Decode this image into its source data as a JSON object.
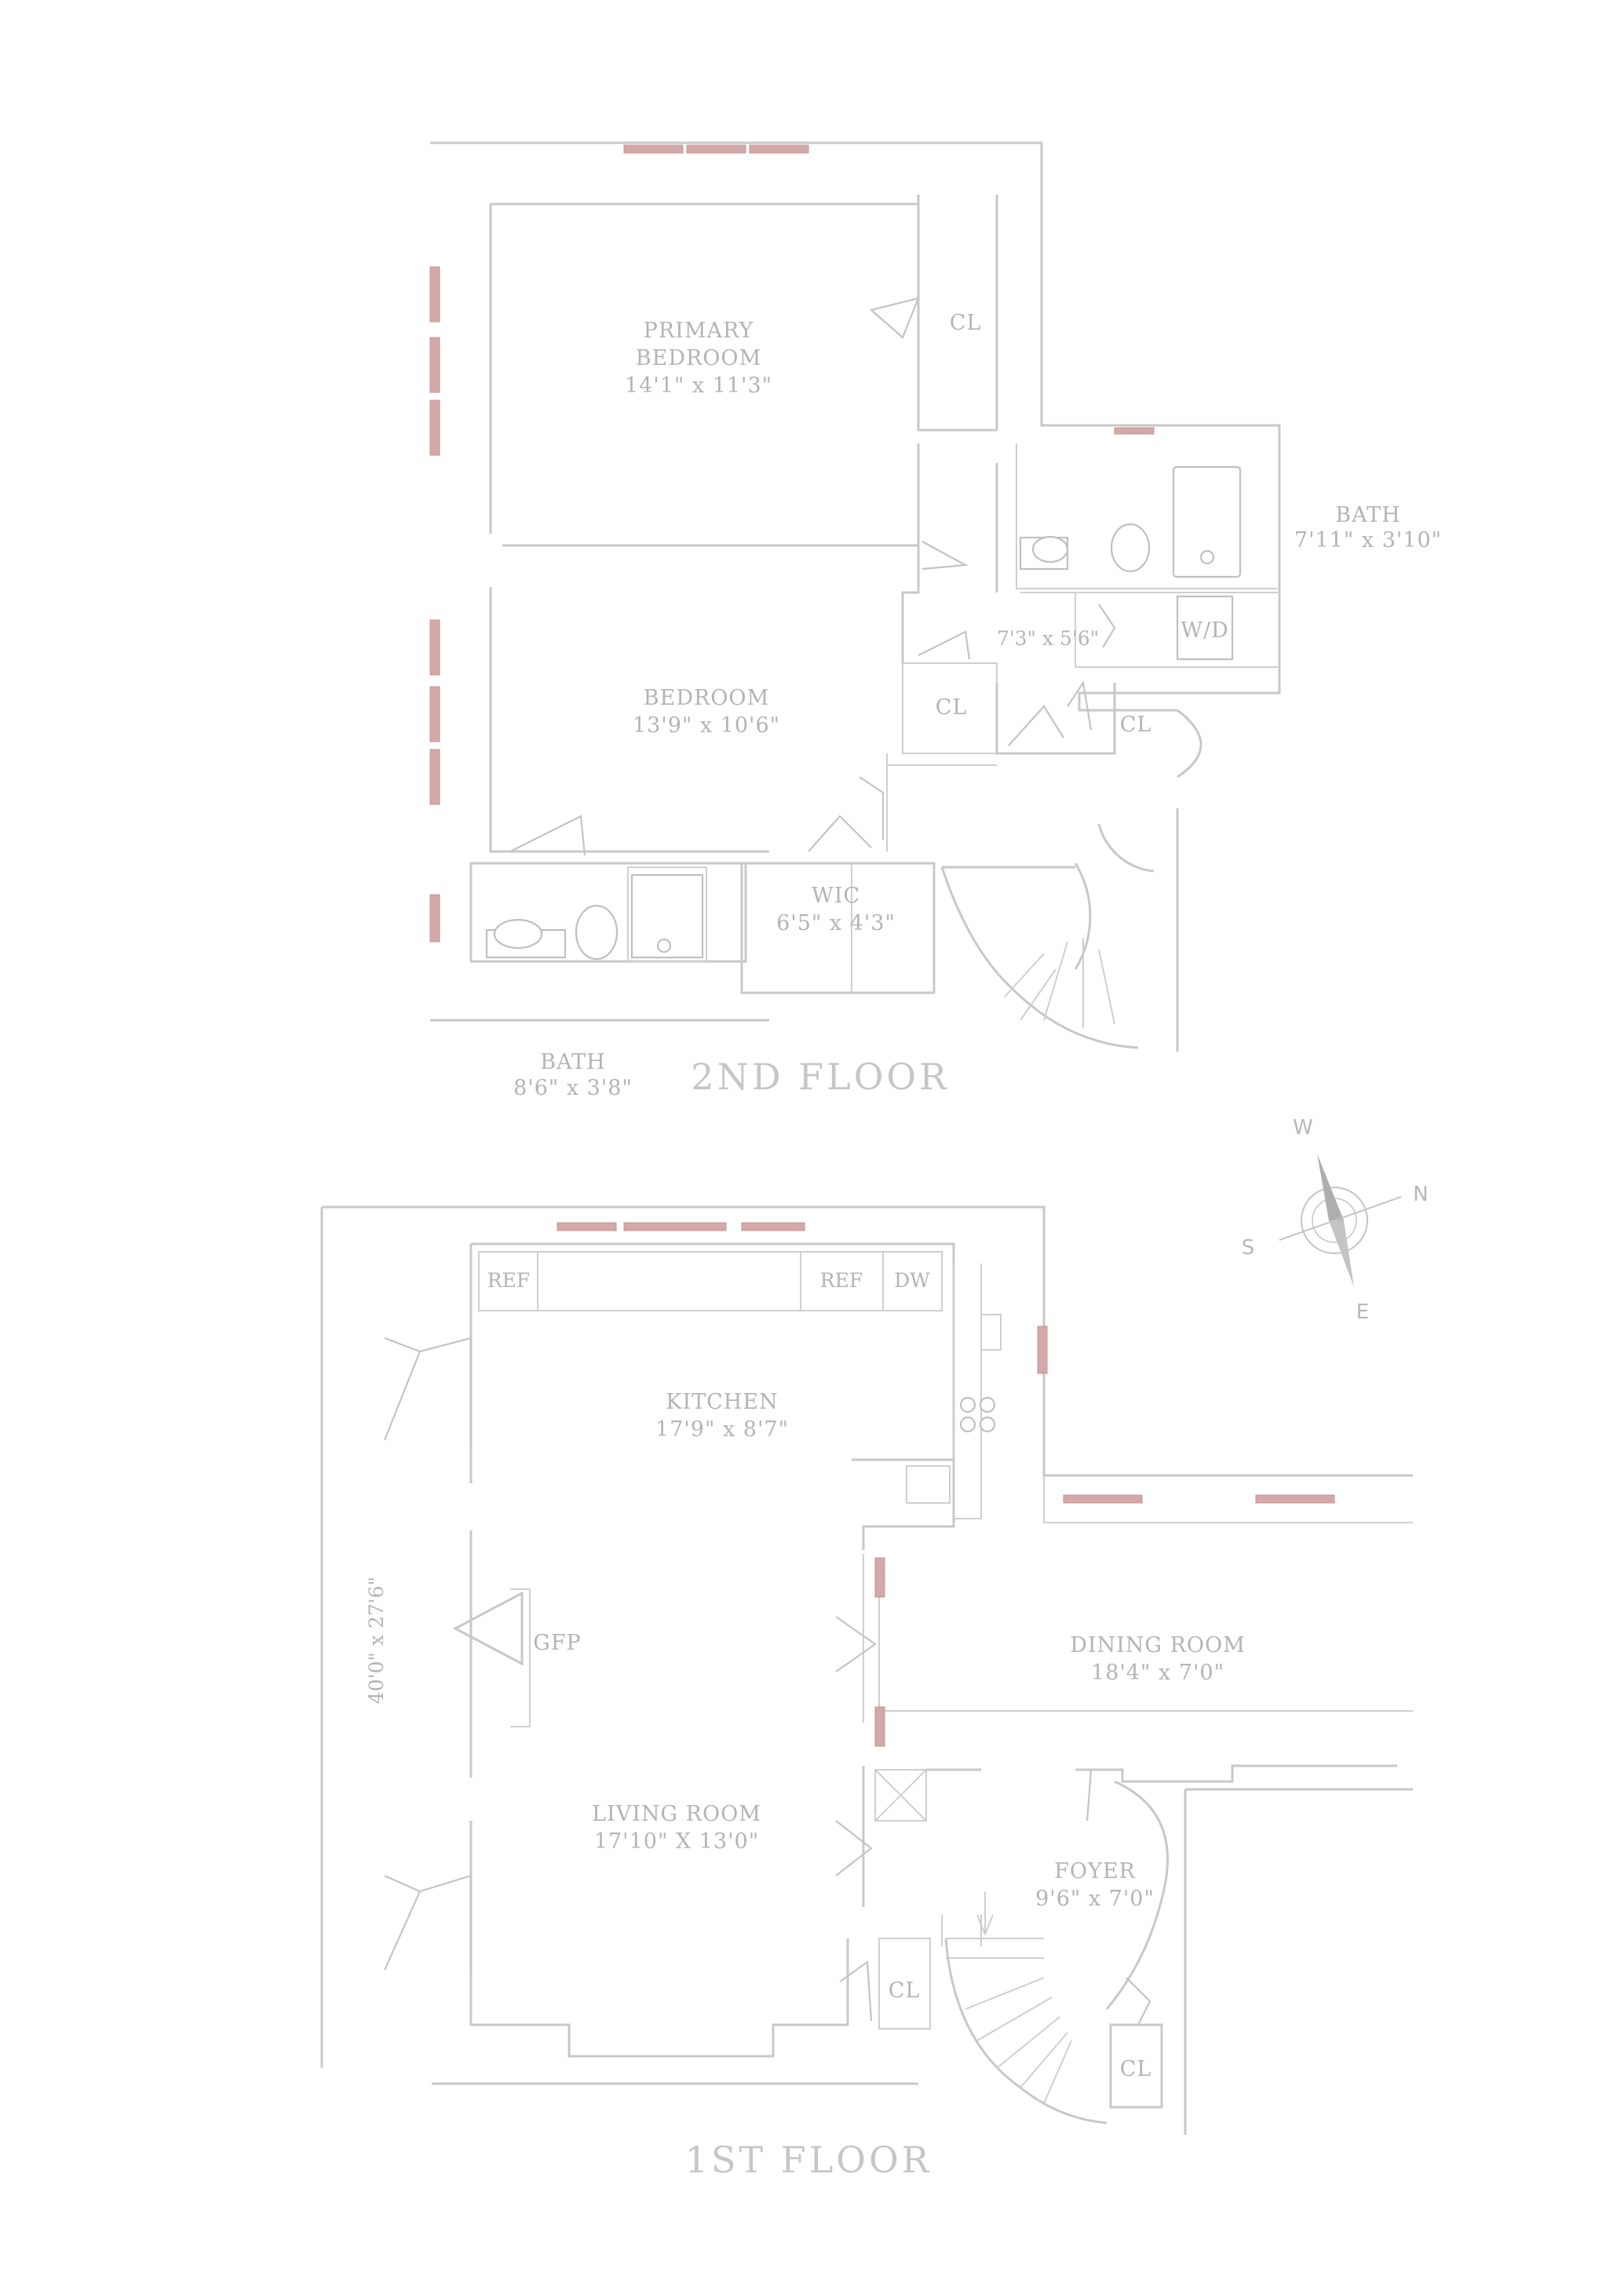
{
  "floors": {
    "second": {
      "title": "2ND FLOOR",
      "rooms": {
        "primary_bedroom": {
          "name_line1": "PRIMARY",
          "name_line2": "BEDROOM",
          "dims": "14'1\" x 11'3\""
        },
        "primary_closet": {
          "name": "CL"
        },
        "bath_upper": {
          "name": "BATH",
          "dims": "7'11\" x 3'10\""
        },
        "hall": {
          "dims": "7'3\" x 5'6\""
        },
        "laundry": {
          "name": "W/D"
        },
        "bedroom": {
          "name": "BEDROOM",
          "dims": "13'9\" x 10'6\""
        },
        "closet_a": {
          "name": "CL"
        },
        "closet_b": {
          "name": "CL"
        },
        "wic": {
          "name": "WIC",
          "dims": "6'5\" x 4'3\""
        },
        "bath_lower": {
          "name": "BATH",
          "dims": "8'6\" x 3'8\""
        }
      }
    },
    "first": {
      "title": "1ST FLOOR",
      "rooms": {
        "kitchen": {
          "name": "KITCHEN",
          "dims": "17'9\" x 8'7\""
        },
        "ref_left": {
          "name": "REF"
        },
        "ref_right": {
          "name": "REF"
        },
        "dishwasher": {
          "name": "DW"
        },
        "fireplace": {
          "name": "GFP"
        },
        "dining_room": {
          "name": "DINING ROOM",
          "dims": "18'4\" x 7'0\""
        },
        "living_room": {
          "name": "LIVING ROOM",
          "dims": "17'10\" X 13'0\""
        },
        "foyer": {
          "name": "FOYER",
          "dims": "9'6\" x 7'0\""
        },
        "closet_living": {
          "name": "CL"
        },
        "closet_foyer": {
          "name": "CL"
        }
      },
      "overall_dims": "40'0\" x 27'6\""
    }
  },
  "compass": {
    "w": "W",
    "n": "N",
    "s": "S",
    "e": "E"
  },
  "colors": {
    "wall": "#c8c8c8",
    "window": "#d3a8a8",
    "label": "#b4b4b4"
  }
}
